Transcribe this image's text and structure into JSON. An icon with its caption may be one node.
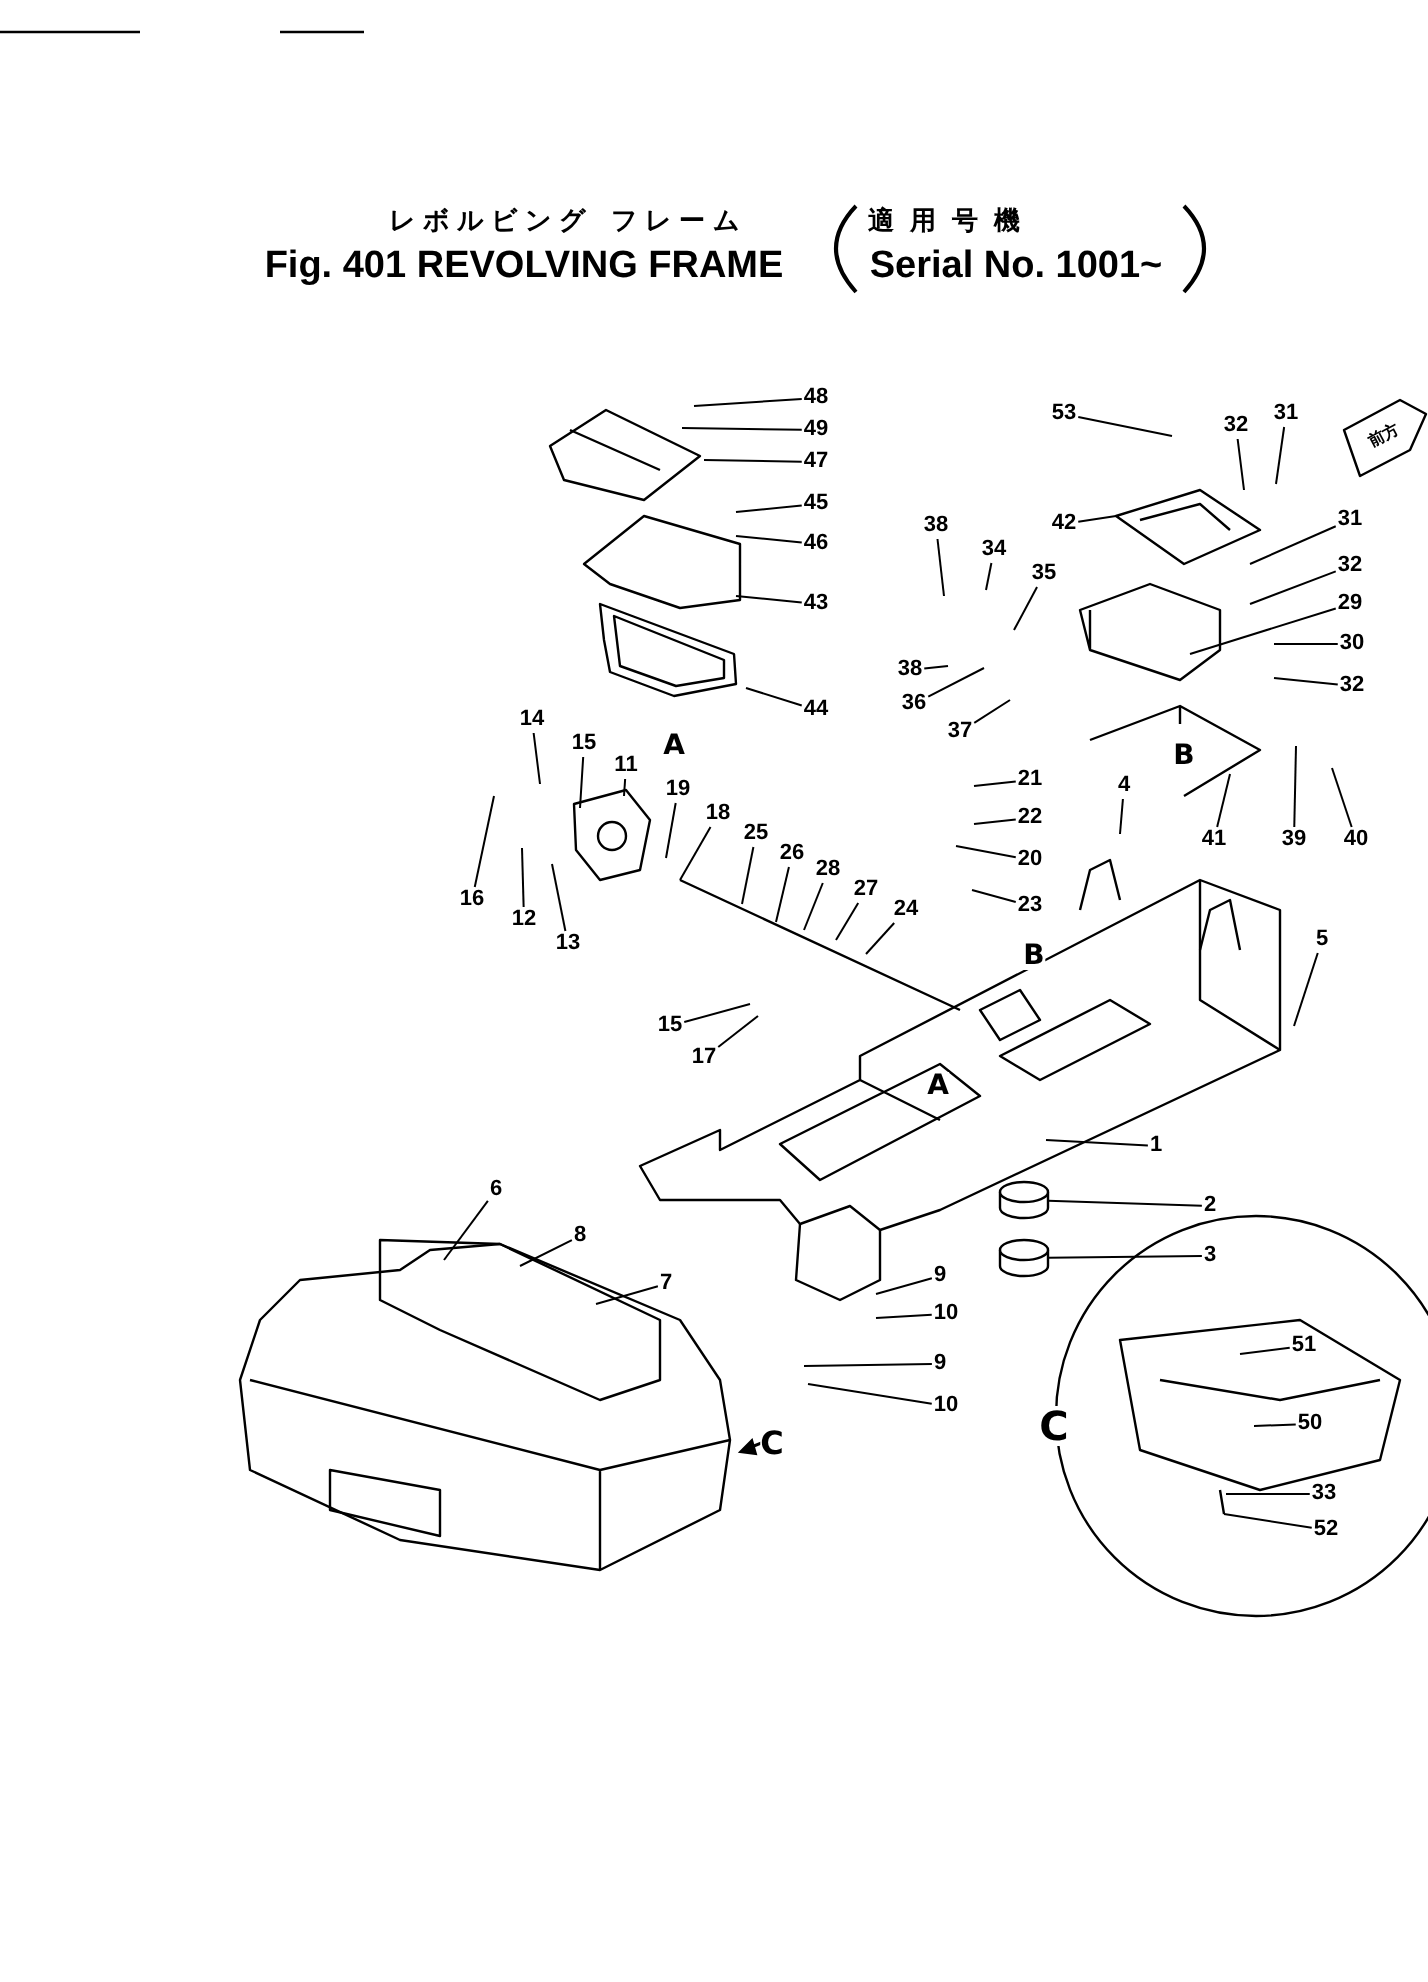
{
  "diagram": {
    "title": "Fig. 401 REVOLVING FRAME",
    "nodes": [
      {
        "text": [
          "48"
        ]
      },
      {
        "text": [
          "53"
        ]
      },
      {
        "text": [
          "31"
        ]
      },
      {
        "text": [
          "32"
        ]
      },
      {
        "text": [
          "49"
        ]
      },
      {
        "text": [
          "47"
        ]
      },
      {
        "text": [
          "45"
        ]
      },
      {
        "text": [
          "31"
        ]
      },
      {
        "text": [
          "42"
        ]
      },
      {
        "text": [
          "38"
        ]
      },
      {
        "text": [
          "46"
        ]
      },
      {
        "text": [
          "34"
        ]
      },
      {
        "text": [
          "32"
        ]
      },
      {
        "text": [
          "35"
        ]
      },
      {
        "text": [
          "43"
        ]
      },
      {
        "text": [
          "29"
        ]
      },
      {
        "text": [
          "30"
        ]
      },
      {
        "text": [
          "38"
        ]
      },
      {
        "text": [
          "32"
        ]
      },
      {
        "text": [
          "36"
        ]
      },
      {
        "text": [
          "44"
        ]
      },
      {
        "text": [
          "37"
        ]
      },
      {
        "text": [
          "14"
        ]
      },
      {
        "text": [
          "15"
        ]
      },
      {
        "text": [
          "11"
        ]
      },
      {
        "text": [
          "21"
        ]
      },
      {
        "text": [
          "4"
        ]
      },
      {
        "text": [
          "19"
        ]
      },
      {
        "text": [
          "18"
        ]
      },
      {
        "text": [
          "22"
        ]
      },
      {
        "text": [
          "25"
        ]
      },
      {
        "text": [
          "41"
        ]
      },
      {
        "text": [
          "39"
        ]
      },
      {
        "text": [
          "40"
        ]
      },
      {
        "text": [
          "26"
        ]
      },
      {
        "text": [
          "20"
        ]
      },
      {
        "text": [
          "28"
        ]
      },
      {
        "text": [
          "27"
        ]
      },
      {
        "text": [
          "16"
        ]
      },
      {
        "text": [
          "23"
        ]
      },
      {
        "text": [
          "24"
        ]
      },
      {
        "text": [
          "12"
        ]
      },
      {
        "text": [
          "13"
        ]
      },
      {
        "text": [
          "5"
        ]
      },
      {
        "text": [
          "15"
        ]
      },
      {
        "text": [
          "17"
        ]
      },
      {
        "text": [
          "1"
        ]
      },
      {
        "text": [
          "6"
        ]
      },
      {
        "text": [
          "2"
        ]
      },
      {
        "text": [
          "8"
        ]
      },
      {
        "text": [
          "3"
        ]
      },
      {
        "text": [
          "9"
        ]
      },
      {
        "text": [
          "7"
        ]
      },
      {
        "text": [
          "10"
        ]
      },
      {
        "text": [
          "51"
        ]
      },
      {
        "text": [
          "9"
        ]
      },
      {
        "text": [
          "10"
        ]
      },
      {
        "text": [
          "50"
        ]
      },
      {
        "text": [
          "33"
        ]
      },
      {
        "text": [
          "52"
        ]
      },
      {
        "text": [],
        "shape": "cylinder"
      },
      {
        "text": [],
        "shape": "cylinder"
      }
    ],
    "edges": [
      {
        "from": 0,
        "to": null,
        "arrow": "none"
      },
      {
        "from": 1,
        "to": null,
        "arrow": "none"
      },
      {
        "from": 2,
        "to": null,
        "arrow": "none"
      },
      {
        "from": 3,
        "to": null,
        "arrow": "none"
      },
      {
        "from": 4,
        "to": null,
        "arrow": "none"
      },
      {
        "from": 5,
        "to": null,
        "arrow": "none"
      },
      {
        "from": 6,
        "to": null,
        "arrow": "none"
      },
      {
        "from": 7,
        "to": null,
        "arrow": "none"
      },
      {
        "from": 8,
        "to": null,
        "arrow": "none"
      },
      {
        "from": 9,
        "to": null,
        "arrow": "none"
      },
      {
        "from": 10,
        "to": null,
        "arrow": "none"
      },
      {
        "from": 11,
        "to": null,
        "arrow": "none"
      },
      {
        "from": 12,
        "to": null,
        "arrow": "none"
      },
      {
        "from": 13,
        "to": null,
        "arrow": "none"
      },
      {
        "from": 14,
        "to": null,
        "arrow": "none"
      },
      {
        "from": 15,
        "to": null,
        "arrow": "none"
      },
      {
        "from": 16,
        "to": null,
        "arrow": "none"
      },
      {
        "from": 17,
        "to": null,
        "arrow": "none"
      },
      {
        "from": 18,
        "to": null,
        "arrow": "none"
      },
      {
        "from": 19,
        "to": null,
        "arrow": "none"
      },
      {
        "from": 20,
        "to": null,
        "arrow": "none"
      },
      {
        "from": 21,
        "to": null,
        "arrow": "none"
      },
      {
        "from": 22,
        "to": null,
        "arrow": "none"
      },
      {
        "from": 23,
        "to": null,
        "arrow": "none"
      },
      {
        "from": 24,
        "to": null,
        "arrow": "none"
      },
      {
        "from": 25,
        "to": null,
        "arrow": "none"
      },
      {
        "from": 26,
        "to": null,
        "arrow": "none"
      },
      {
        "from": 27,
        "to": null,
        "arrow": "none"
      },
      {
        "from": 28,
        "to": null,
        "arrow": "none"
      },
      {
        "from": 29,
        "to": null,
        "arrow": "none"
      },
      {
        "from": 30,
        "to": null,
        "arrow": "none"
      },
      {
        "from": 31,
        "to": null,
        "arrow": "none"
      },
      {
        "from": 32,
        "to": null,
        "arrow": "none"
      },
      {
        "from": 33,
        "to": null,
        "arrow": "none"
      },
      {
        "from": 34,
        "to": null,
        "arrow": "none"
      },
      {
        "from": 35,
        "to": null,
        "arrow": "none"
      },
      {
        "from": 36,
        "to": null,
        "arrow": "none"
      },
      {
        "from": 37,
        "to": null,
        "arrow": "none"
      },
      {
        "from": 38,
        "to": null,
        "arrow": "none"
      },
      {
        "from": 39,
        "to": null,
        "arrow": "none"
      },
      {
        "from": 40,
        "to": null,
        "arrow": "none"
      },
      {
        "from": 41,
        "to": null,
        "arrow": "none"
      },
      {
        "from": 42,
        "to": null,
        "arrow": "none"
      },
      {
        "from": 43,
        "to": null,
        "arrow": "none"
      },
      {
        "from": 44,
        "to": null,
        "arrow": "none"
      },
      {
        "from": 45,
        "to": null,
        "arrow": "none"
      },
      {
        "from": 46,
        "to": null,
        "arrow": "none"
      },
      {
        "from": 47,
        "to": null,
        "arrow": "none"
      },
      {
        "from": 48,
        "to": 60,
        "arrow": "none"
      },
      {
        "from": 49,
        "to": null,
        "arrow": "none"
      },
      {
        "from": 50,
        "to": 61,
        "arrow": "none"
      },
      {
        "from": 51,
        "to": null,
        "arrow": "none"
      },
      {
        "from": 52,
        "to": null,
        "arrow": "none"
      },
      {
        "from": 53,
        "to": null,
        "arrow": "none"
      },
      {
        "from": 54,
        "to": null,
        "arrow": "none"
      },
      {
        "from": 55,
        "to": null,
        "arrow": "none"
      },
      {
        "from": 56,
        "to": null,
        "arrow": "none"
      },
      {
        "from": 57,
        "to": null,
        "arrow": "none"
      },
      {
        "from": 58,
        "to": null,
        "arrow": "none"
      },
      {
        "from": 59,
        "to": null,
        "arrow": "none"
      }
    ],
    "labels": [
      "レボルビング フレーム",
      "適用号機",
      "Serial No. 1001~",
      "前方",
      "A",
      "B",
      "B",
      "A",
      "C",
      "C"
    ]
  }
}
